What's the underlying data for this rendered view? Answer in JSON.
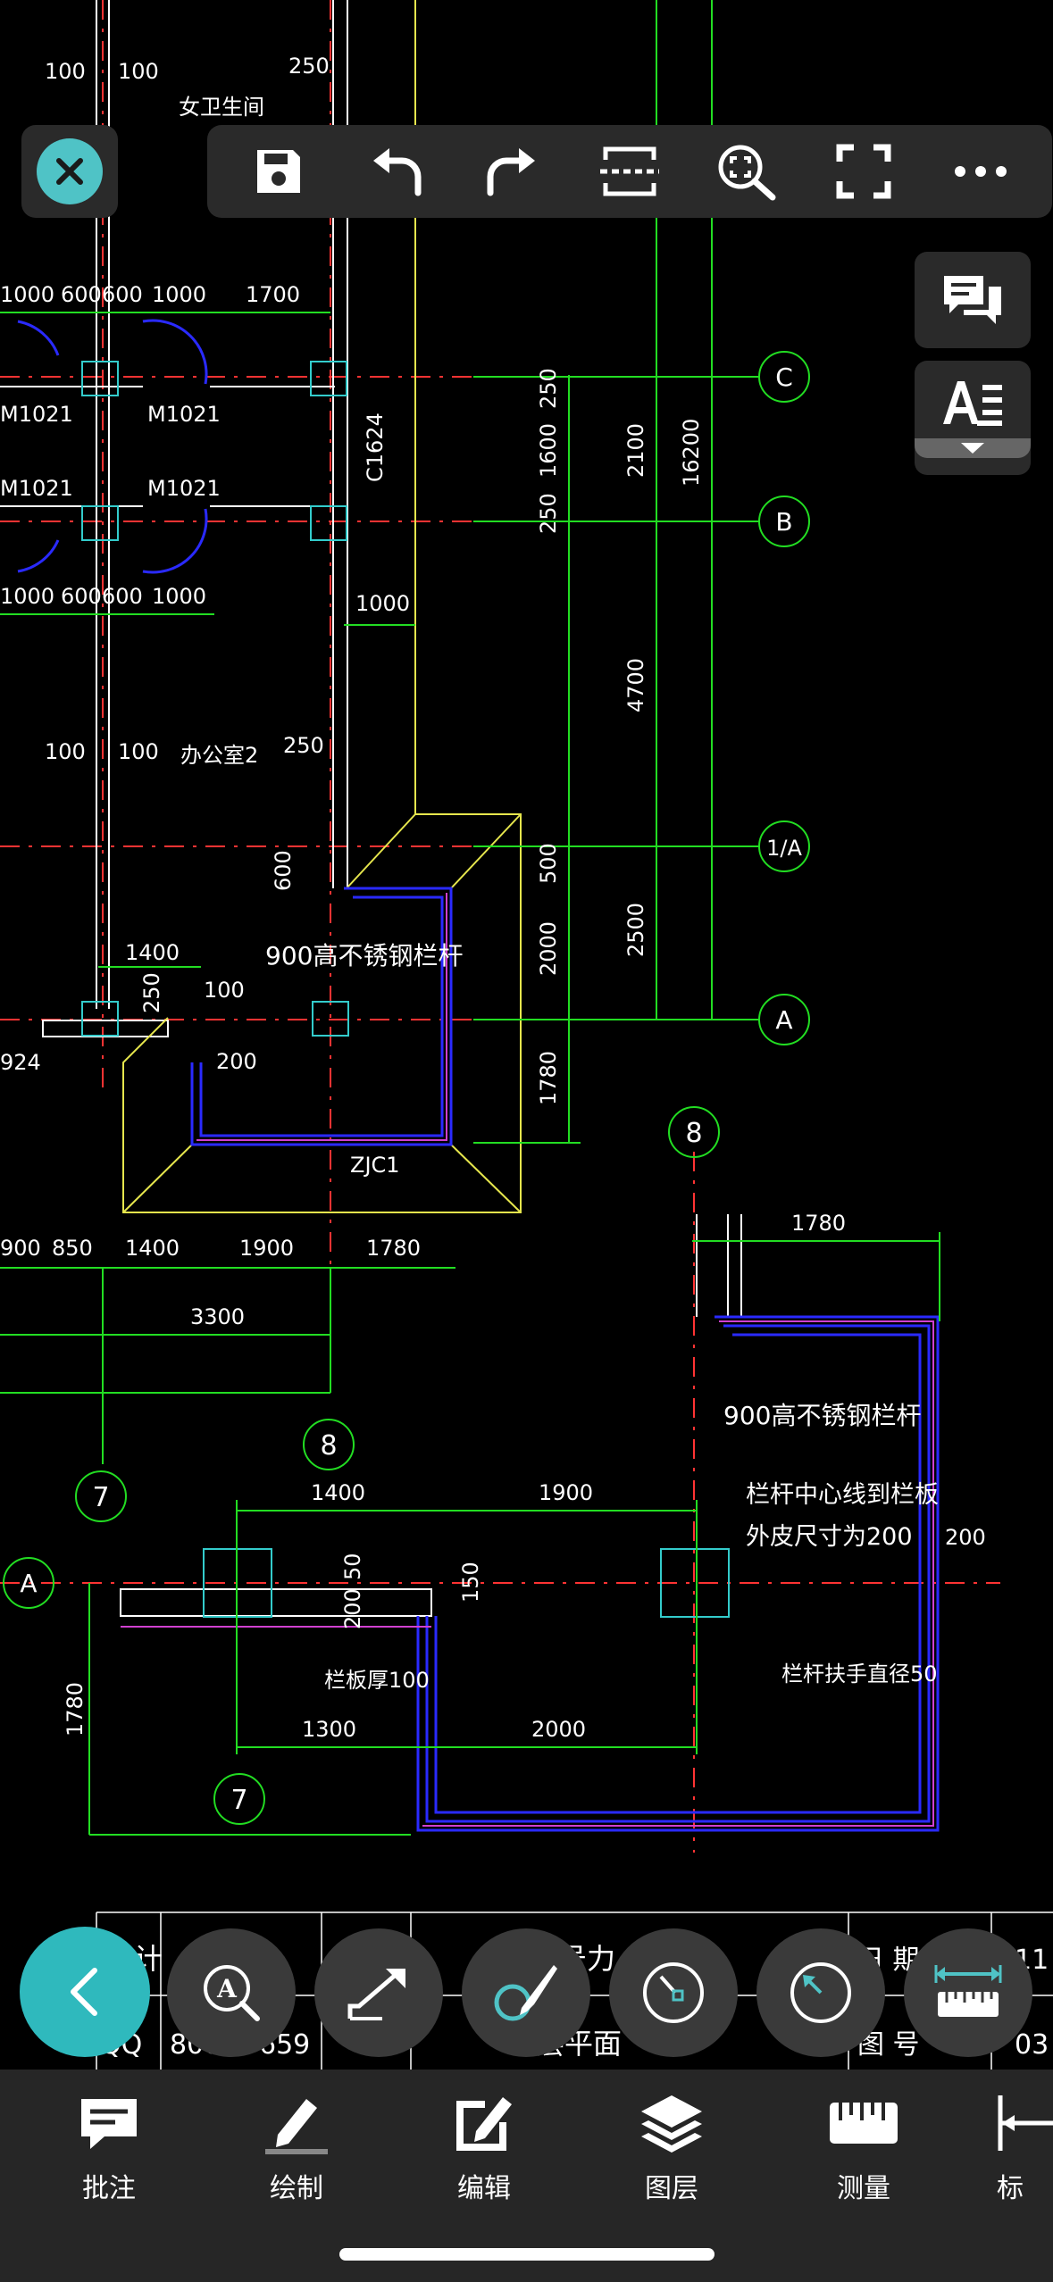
{
  "drawing": {
    "room_labels": {
      "women_toilet": "女卫生间",
      "office2": "办公室2"
    },
    "dims_top": [
      "100",
      "100",
      "250"
    ],
    "row1_dims": [
      "1000",
      "600",
      "600",
      "1000",
      "1700"
    ],
    "door_labels": [
      "M1021",
      "M1021",
      "M1021",
      "M1021"
    ],
    "row2_dims": [
      "1000",
      "600",
      "600",
      "1000"
    ],
    "window_label": "C1624",
    "dim_1000b": "1000",
    "dims_mid": [
      "100",
      "100",
      "250"
    ],
    "dim_600": "600",
    "dim_1400": "1400",
    "dim_250b": "250",
    "dim_100b": "100",
    "dim_200": "200",
    "dim_924": "924",
    "rail_note1": "900高不锈钢栏杆",
    "zjc1": "ZJC1",
    "vert_dims_right": [
      "250",
      "1600",
      "250",
      "2100",
      "16200",
      "4700",
      "500",
      "2000",
      "2500",
      "1780"
    ],
    "axis_labels": [
      "C",
      "B",
      "1/A",
      "A",
      "8",
      "8",
      "7",
      "7",
      "A"
    ],
    "row3_dims": [
      "900",
      "850",
      "1400",
      "1900",
      "1780"
    ],
    "dim_3300": "3300",
    "dim_1780_top": "1780",
    "rail_note2": "900高不锈钢栏杆",
    "rail_note3": "栏杆中心线到栏板",
    "rail_note4": "外皮尺寸为200",
    "dim_200r": "200",
    "row4_dims": [
      "1400",
      "1900"
    ],
    "small_dims": [
      "50",
      "200",
      "150"
    ],
    "plate_note": "栏板厚100",
    "handrail_note": "栏杆扶手直径50",
    "row5_dims": [
      "1300",
      "2000"
    ],
    "dim_1780_left": "1780",
    "title_block": [
      "计",
      "QQ",
      "800",
      "659",
      "号力",
      "层平面",
      "日 期",
      "图 号",
      "11",
      "03"
    ]
  },
  "toolbar": {
    "close": "close-icon",
    "save": "save-icon",
    "undo": "undo-icon",
    "redo": "redo-icon",
    "fit_width": "fit-width-icon",
    "zoom_window": "zoom-window-icon",
    "fullscreen": "fullscreen-icon",
    "more": "more-icon"
  },
  "side_tools": {
    "comments": "comment-icon",
    "text_style": "text-style-icon"
  },
  "tool_circles": [
    "text-search-icon",
    "arrow-leader-icon",
    "brush-icon",
    "point-angle-icon",
    "radius-icon",
    "ruler-measure-icon"
  ],
  "bottom_tabs": [
    {
      "label": "批注",
      "icon": "comment-icon"
    },
    {
      "label": "绘制",
      "icon": "pencil-icon"
    },
    {
      "label": "编辑",
      "icon": "edit-icon"
    },
    {
      "label": "图层",
      "icon": "layers-icon"
    },
    {
      "label": "测量",
      "icon": "ruler-icon"
    },
    {
      "label": "标",
      "icon": "dimension-icon"
    }
  ],
  "colors": {
    "accent": "#2fb9bd",
    "dim": "#00ff00",
    "wall": "#ffffff",
    "axis": "#ff3333",
    "blue": "#2a2aff",
    "yellow": "#e6e64d"
  }
}
